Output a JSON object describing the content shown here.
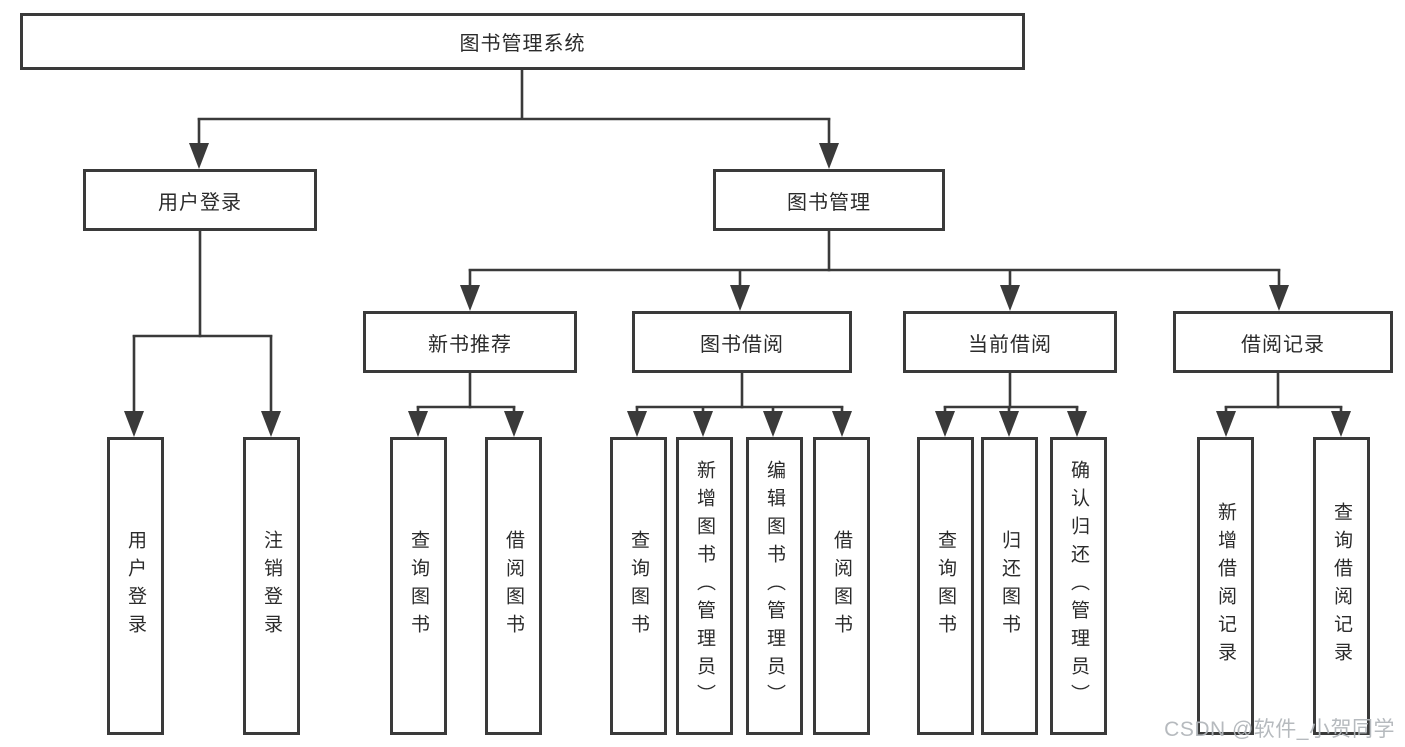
{
  "diagram": {
    "root": "图书管理系统",
    "level2": {
      "user_login": "用户登录",
      "book_mgmt": "图书管理"
    },
    "level3": {
      "new_books": "新书推荐",
      "book_borrow": "图书借阅",
      "current_borrow": "当前借阅",
      "borrow_records": "借阅记录"
    },
    "leaves": {
      "user_login_login": "用户登录",
      "user_login_logout": "注销登录",
      "new_books_query": "查询图书",
      "new_books_borrow": "借阅图书",
      "borrow_query": "查询图书",
      "borrow_add": "新增图书（管理员）",
      "borrow_edit": "编辑图书（管理员）",
      "borrow_borrow": "借阅图书",
      "current_query": "查询图书",
      "current_return": "归还图书",
      "current_confirm": "确认归还（管理员）",
      "records_add": "新增借阅记录",
      "records_query": "查询借阅记录"
    }
  },
  "watermark": "CSDN @软件_小贺同学"
}
